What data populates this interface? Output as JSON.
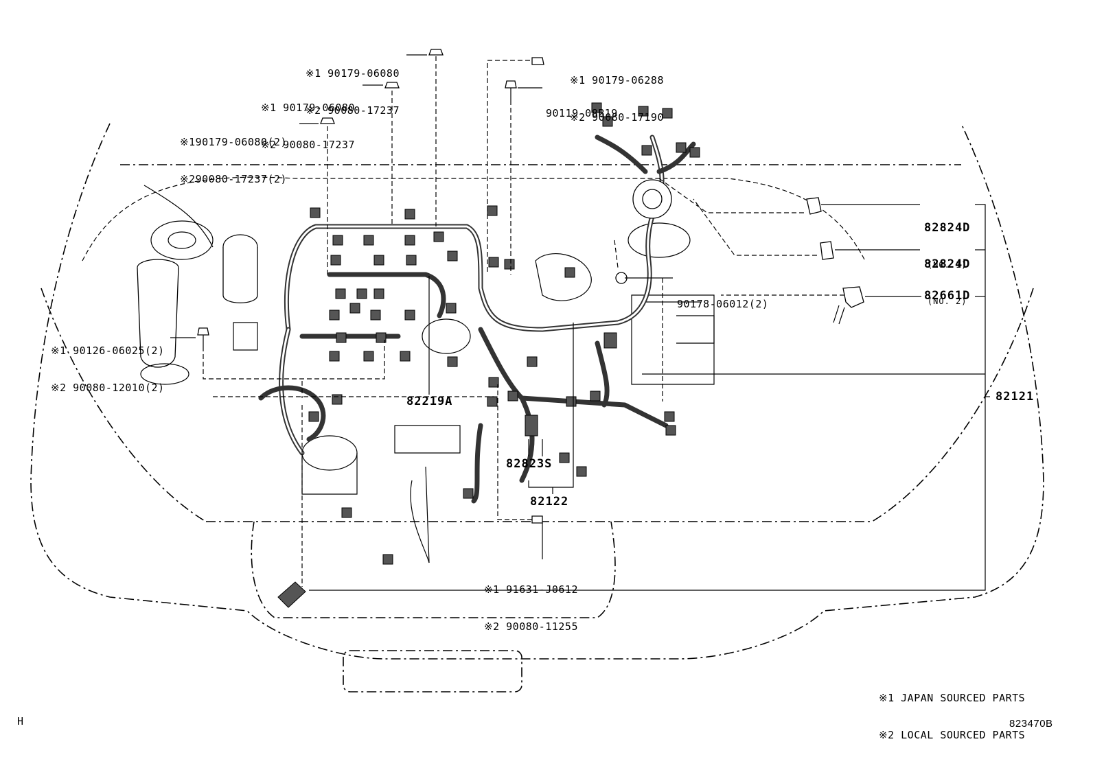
{
  "callouts": {
    "c1": {
      "line1": "※1 90179-06080",
      "line2": "※2 90080-17237"
    },
    "c2": {
      "line1": "※1 90179-06080",
      "line2": "※2 90080-17237"
    },
    "c3": {
      "line1": "※190179-06080(2)",
      "line2": "※290080-17237(2)"
    },
    "c4": {
      "line1": "※1 90179-06288",
      "line2": "※2 90080-17190"
    },
    "c5": {
      "line1": "90119-08B19"
    },
    "c6": {
      "line1": "※1 90126-06025(2)",
      "line2": "※2 90080-12010(2)"
    },
    "c7": {
      "line1": "90178-06012(2)"
    },
    "c8": {
      "line1": "※1 91631-J0612",
      "line2": "※2 90080-11255"
    }
  },
  "parts": {
    "p82824d_1": {
      "num": "82824D",
      "sub": "(NO. 1)"
    },
    "p82824d_2": {
      "num": "82824D",
      "sub": "(NO. 2)"
    },
    "p82661d": {
      "num": "82661D"
    },
    "p82121": {
      "num": "82121"
    },
    "p82219a": {
      "num": "82219A"
    },
    "p82823s": {
      "num": "82823S"
    },
    "p82122": {
      "num": "82122"
    }
  },
  "legend": {
    "line1": "※1 JAPAN SOURCED PARTS",
    "line2": "※2 LOCAL SOURCED PARTS"
  },
  "footer": {
    "left_mark": "H",
    "figure_code": "823470B"
  }
}
